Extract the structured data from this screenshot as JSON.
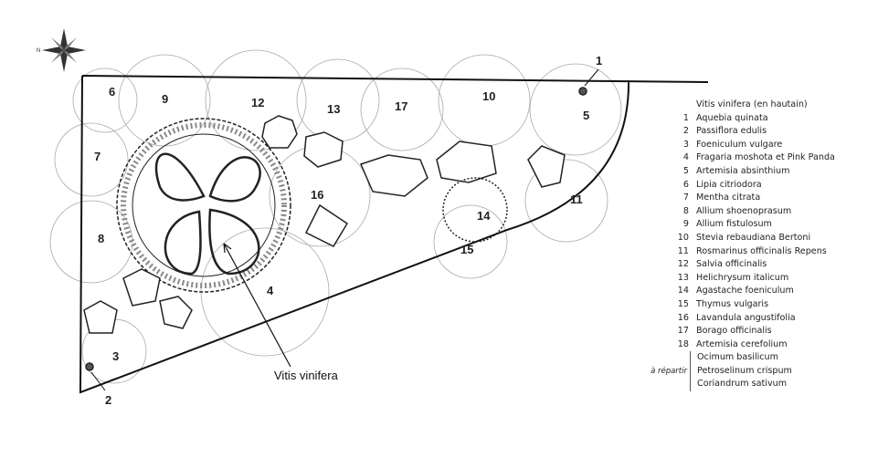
{
  "plan": {
    "numbers": [
      "1",
      "2",
      "3",
      "4",
      "5",
      "6",
      "7",
      "8",
      "9",
      "10",
      "11",
      "12",
      "13",
      "14",
      "15",
      "16",
      "17"
    ],
    "vine_label": "Vitis vinifera",
    "compass_icon": "compass-rose-icon"
  },
  "legend": {
    "title": "Vitis vinifera (en hautain)",
    "items": [
      {
        "n": "1",
        "name": "Aquebia quinata"
      },
      {
        "n": "2",
        "name": "Passiflora edulis"
      },
      {
        "n": "3",
        "name": "Foeniculum vulgare"
      },
      {
        "n": "4",
        "name": "Fragaria moshota et Pink Panda"
      },
      {
        "n": "5",
        "name": "Artemisia absinthium"
      },
      {
        "n": "6",
        "name": "Lipia citriodora"
      },
      {
        "n": "7",
        "name": "Mentha citrata"
      },
      {
        "n": "8",
        "name": "Allium shoenoprasum"
      },
      {
        "n": "9",
        "name": "Allium fistulosum"
      },
      {
        "n": "10",
        "name": "Stevia rebaudiana Bertoni"
      },
      {
        "n": "11",
        "name": "Rosmarinus officinalis Repens"
      },
      {
        "n": "12",
        "name": "Salvia officinalis"
      },
      {
        "n": "13",
        "name": "Helichrysum italicum"
      },
      {
        "n": "14",
        "name": "Agastache foeniculum"
      },
      {
        "n": "15",
        "name": "Thymus vulgaris"
      },
      {
        "n": "16",
        "name": "Lavandula angustifolia"
      },
      {
        "n": "17",
        "name": "Borago officinalis"
      },
      {
        "n": "18",
        "name": "Artemisia cerefolium"
      }
    ],
    "repartir_label": "à répartir",
    "repartir_items": [
      "Ocimum basilicum",
      "Petroselinum crispum",
      "Coriandrum sativum"
    ]
  }
}
